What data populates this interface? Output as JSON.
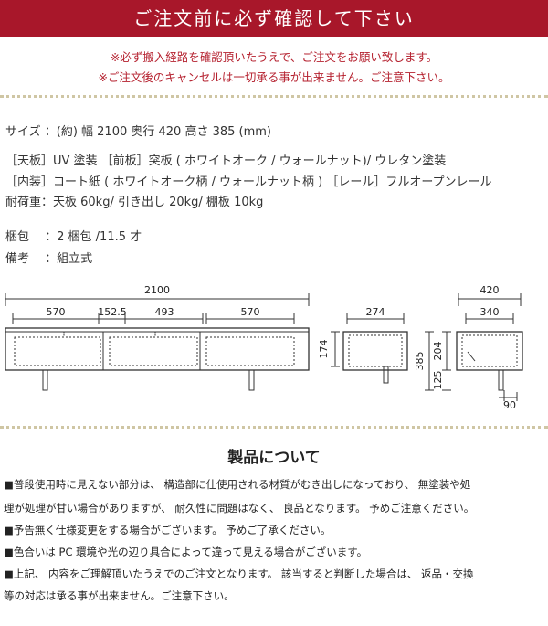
{
  "banner": {
    "title": "ご注文前に必ず確認して下さい"
  },
  "notices": [
    "※必ず搬入経路を確認頂いたうえで、ご注文をお願い致します。",
    "※ご注文後のキャンセルは一切承る事が出来ません。ご注意下さい。"
  ],
  "spec": {
    "size": "サイズ ：(約) 幅 2100 奥行 420 高さ 385 (mm)",
    "material1": "［天板］UV 塗装 ［前板］突板 ( ホワイトオーク / ウォールナット)/ ウレタン塗装",
    "material2": "［内装］コート紙 ( ホワイトオーク柄 / ウォールナット柄 ) ［レール］フルオープンレール",
    "load": "耐荷重：天板 60kg/ 引き出し 20kg/ 棚板 10kg",
    "packing": "梱包 　：2 梱包 /11.5 才",
    "remarks": "備考 　：組立式"
  },
  "dimensions": {
    "front": {
      "total": "2100",
      "left": "570",
      "gap": "152.5",
      "center": "493",
      "right": "570"
    },
    "side": {
      "width": "274",
      "height": "174"
    },
    "top": {
      "depth": "420",
      "inner": "340",
      "height": "385",
      "h_upper": "204",
      "h_lower": "125",
      "foot": "90"
    }
  },
  "product": {
    "heading": "製品について",
    "lines": [
      "■普段使用時に見えない部分は、 構造部に仕使用される材質がむき出しになっており、 無塗装や処",
      "理が処理が甘い場合がありますが、 耐久性に問題はなく、 良品となります。 予めご注意ください。",
      "■予告無く仕様変更をする場合がございます。 予めご了承ください。",
      "■色合いは PC 環境や光の辺り具合によって違って見える場合がございます。",
      "■上記、 内容をご理解頂いたうえでのご注文となります。 該当すると判断した場合は、 返品・交換",
      "等の対応は承る事が出来ません。ご注意下さい。"
    ]
  }
}
